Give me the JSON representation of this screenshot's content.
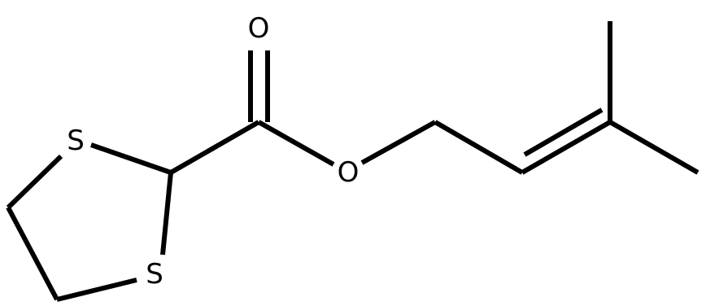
{
  "molecule": {
    "atoms": {
      "S1": {
        "label": "S"
      },
      "S2": {
        "label": "S"
      },
      "O_carbonyl": {
        "label": "O"
      },
      "O_ester": {
        "label": "O"
      }
    }
  },
  "colors": {
    "bond": "#000000",
    "label": "#000000",
    "background": "#ffffff"
  }
}
